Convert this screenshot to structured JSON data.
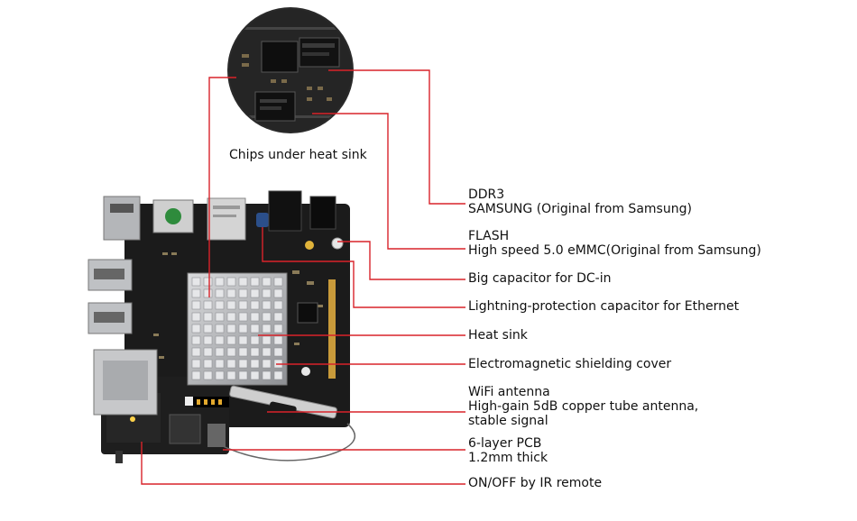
{
  "caption": "Chips under heat sink",
  "callouts": [
    {
      "id": "ddr3",
      "lines": [
        "DDR3",
        "SAMSUNG (Original from Samsung)"
      ]
    },
    {
      "id": "flash",
      "lines": [
        "FLASH",
        "High speed 5.0 eMMC(Original from Samsung)"
      ]
    },
    {
      "id": "capacitor",
      "lines": [
        "Big capacitor for DC-in"
      ]
    },
    {
      "id": "lightning",
      "lines": [
        "Lightning-protection capacitor for Ethernet"
      ]
    },
    {
      "id": "heatsink",
      "lines": [
        "Heat sink"
      ]
    },
    {
      "id": "shield",
      "lines": [
        "Electromagnetic shielding cover"
      ]
    },
    {
      "id": "wifi",
      "lines": [
        "WiFi antenna",
        "High-gain 5dB copper tube antenna,",
        "stable signal"
      ]
    },
    {
      "id": "pcb",
      "lines": [
        "6-layer PCB",
        "1.2mm thick"
      ]
    },
    {
      "id": "power",
      "lines": [
        "ON/OFF by IR remote"
      ]
    }
  ],
  "colors": {
    "leader": "#d9232a",
    "board": "#1b1b1b",
    "heatsink": "#b9babd",
    "text": "#111111"
  }
}
